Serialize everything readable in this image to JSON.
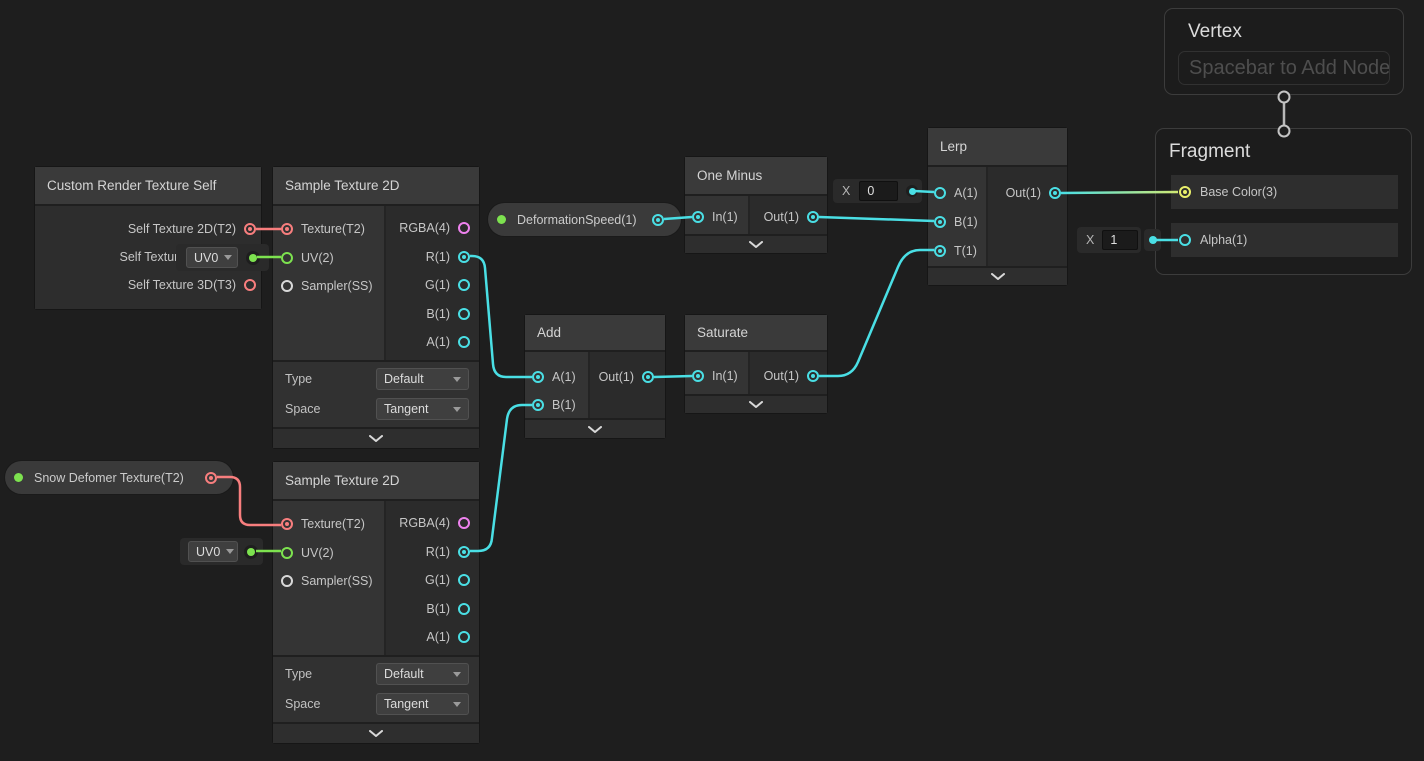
{
  "colors": {
    "cyan": "#4adfe5",
    "green": "#7de24f",
    "salmon": "#f87e7e",
    "pink": "#ee82ee",
    "yellow": "#e9ef6b",
    "wire_gradient_end": "#cfe873",
    "canvas_bg": "#1e1e1e"
  },
  "nodes": {
    "custom_render_texture": {
      "title": "Custom Render Texture Self",
      "outputs": [
        {
          "label": "Self Texture 2D(T2)"
        },
        {
          "label": "Self Texture Cube(C)"
        },
        {
          "label": "Self Texture 3D(T3)"
        }
      ]
    },
    "sample_top": {
      "title": "Sample Texture 2D",
      "inputs": [
        {
          "label": "Texture(T2)"
        },
        {
          "label": "UV(2)"
        },
        {
          "label": "Sampler(SS)"
        }
      ],
      "outputs": [
        {
          "label": "RGBA(4)"
        },
        {
          "label": "R(1)"
        },
        {
          "label": "G(1)"
        },
        {
          "label": "B(1)"
        },
        {
          "label": "A(1)"
        }
      ],
      "options": [
        {
          "label": "Type",
          "value": "Default"
        },
        {
          "label": "Space",
          "value": "Tangent"
        }
      ]
    },
    "sample_bottom": {
      "title": "Sample Texture 2D",
      "inputs": [
        {
          "label": "Texture(T2)"
        },
        {
          "label": "UV(2)"
        },
        {
          "label": "Sampler(SS)"
        }
      ],
      "outputs": [
        {
          "label": "RGBA(4)"
        },
        {
          "label": "R(1)"
        },
        {
          "label": "G(1)"
        },
        {
          "label": "B(1)"
        },
        {
          "label": "A(1)"
        }
      ],
      "options": [
        {
          "label": "Type",
          "value": "Default"
        },
        {
          "label": "Space",
          "value": "Tangent"
        }
      ]
    },
    "add": {
      "title": "Add",
      "inputs": [
        {
          "label": "A(1)"
        },
        {
          "label": "B(1)"
        }
      ],
      "outputs": [
        {
          "label": "Out(1)"
        }
      ]
    },
    "saturate": {
      "title": "Saturate",
      "inputs": [
        {
          "label": "In(1)"
        }
      ],
      "outputs": [
        {
          "label": "Out(1)"
        }
      ]
    },
    "one_minus": {
      "title": "One Minus",
      "inputs": [
        {
          "label": "In(1)"
        }
      ],
      "outputs": [
        {
          "label": "Out(1)"
        }
      ]
    },
    "lerp": {
      "title": "Lerp",
      "inputs": [
        {
          "label": "A(1)"
        },
        {
          "label": "B(1)"
        },
        {
          "label": "T(1)"
        }
      ],
      "outputs": [
        {
          "label": "Out(1)"
        }
      ]
    },
    "vertex": {
      "title": "Vertex",
      "placeholder": "Spacebar to Add Node"
    },
    "fragment": {
      "title": "Fragment",
      "inputs": [
        {
          "label": "Base Color(3)"
        },
        {
          "label": "Alpha(1)"
        }
      ]
    }
  },
  "properties": {
    "deformation_speed": {
      "label": "DeformationSpeed(1)"
    },
    "snow_deformer": {
      "label": "Snow Defomer Texture(T2)"
    }
  },
  "widgets": {
    "uv_top": {
      "value": "UV0"
    },
    "uv_bottom": {
      "value": "UV0"
    },
    "lerp_a": {
      "label": "X",
      "value": "0"
    },
    "alpha": {
      "label": "X",
      "value": "1"
    }
  }
}
